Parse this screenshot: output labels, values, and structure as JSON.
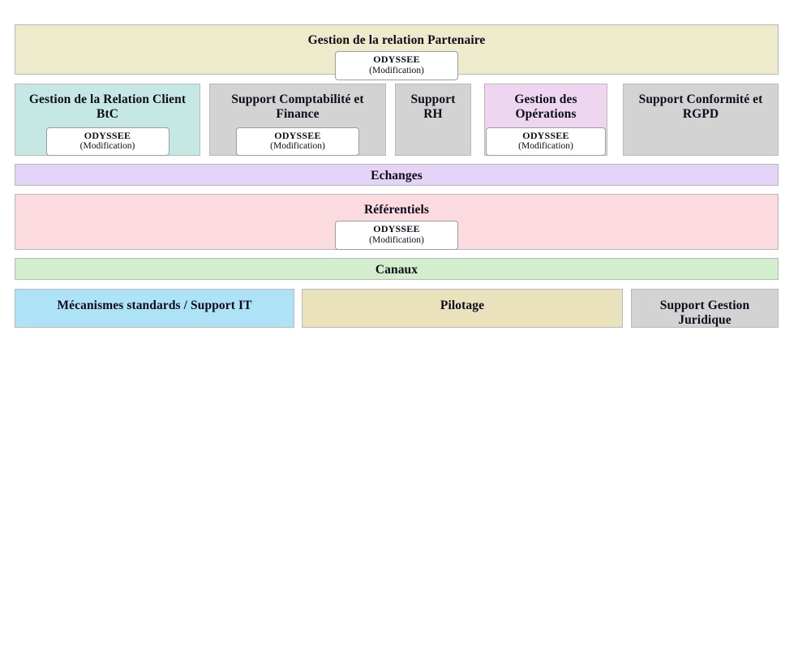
{
  "diagram": {
    "blocks": [
      {
        "id": "partenaire",
        "title": "Gestion de la relation Partenaire",
        "color": "#edebcb",
        "app": {
          "name": "ODYSSEE",
          "state": "(Modification)"
        }
      },
      {
        "id": "client",
        "title": "Gestion de la Relation Client BtC",
        "color": "#c5e8e4",
        "app": {
          "name": "ODYSSEE",
          "state": "(Modification)"
        }
      },
      {
        "id": "compta",
        "title": "Support Comptabilité et Finance",
        "color": "#d3d3d3",
        "app": {
          "name": "ODYSSEE",
          "state": "(Modification)"
        }
      },
      {
        "id": "rh",
        "title": "Support RH",
        "color": "#d3d3d3",
        "app": null
      },
      {
        "id": "ops",
        "title": "Gestion des Opérations",
        "color": "#eed6f0",
        "app": {
          "name": "ODYSSEE",
          "state": "(Modification)"
        }
      },
      {
        "id": "rgpd",
        "title": "Support Conformité et RGPD",
        "color": "#d3d3d3",
        "app": null
      },
      {
        "id": "echanges",
        "title": "Echanges",
        "color": "#e4d4f7",
        "app": null
      },
      {
        "id": "referentiels",
        "title": "Référentiels",
        "color": "#fcdbe0",
        "app": {
          "name": "ODYSSEE",
          "state": "(Modification)"
        }
      },
      {
        "id": "canaux",
        "title": "Canaux",
        "color": "#d2eecc",
        "app": null
      },
      {
        "id": "meca",
        "title": "Mécanismes standards / Support IT",
        "color": "#aee2f7",
        "app": null
      },
      {
        "id": "pilotage",
        "title": "Pilotage",
        "color": "#eae2bc",
        "app": null
      },
      {
        "id": "juridique",
        "title": "Support Gestion Juridique",
        "color": "#d3d3d3",
        "app": null
      }
    ]
  }
}
